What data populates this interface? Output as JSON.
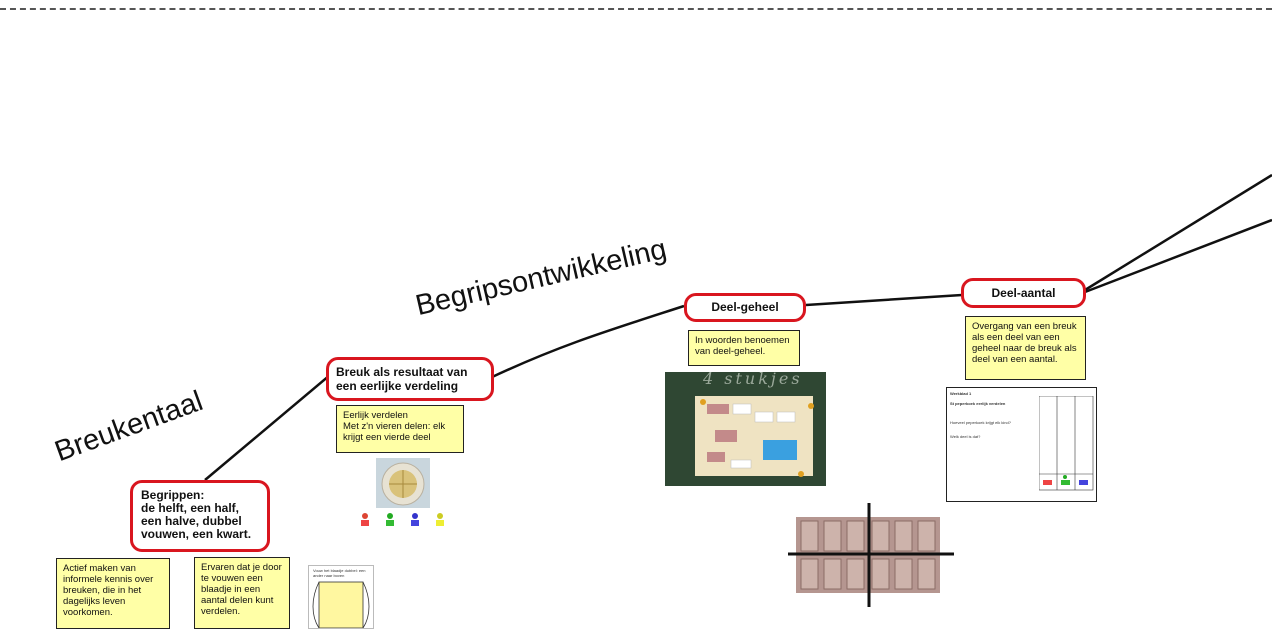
{
  "titles": {
    "breukentaal": "Breukentaal",
    "begripsontwikkeling": "Begripsontwikkeling"
  },
  "nodes": {
    "begrippen": "Begrippen:\nde helft, een half, een halve, dubbel vouwen, een kwart.",
    "breuk_verdeling": "Breuk als resultaat van een eerlijke verdeling",
    "deel_geheel": "Deel-geheel",
    "deel_aantal": "Deel-aantal"
  },
  "notes": {
    "actief": "Actief maken van informele kennis over breuken, die in het dagelijks leven voorkomen.",
    "ervaren": "Ervaren dat je door te vouwen een blaadje in een aantal delen kunt verdelen.",
    "eerlijk": "Eerlijk verdelen\nMet z'n vieren delen: elk krijgt een vierde deel",
    "woorden": "In woorden benoemen van deel-geheel.",
    "overgang": "Overgang van een breuk als een deel van een geheel naar de breuk als deel van een aantal."
  },
  "thumbnails": {
    "fold_sheet_title": "Vouw het blaadje dubbel: een ander naar boven",
    "werkblad_title": "Werkblad 1",
    "werkblad_subtitle": "St peperkoek eerlijk verdelen",
    "werkblad_q1": "Hoeveel peperkoek krijgt elk kind?",
    "werkblad_q2": "Welk deel is dat?",
    "chalk_text": "4 stukjes"
  },
  "colors": {
    "node_border": "#d9161f",
    "note_fill": "#ffffa6",
    "line": "#111111"
  }
}
